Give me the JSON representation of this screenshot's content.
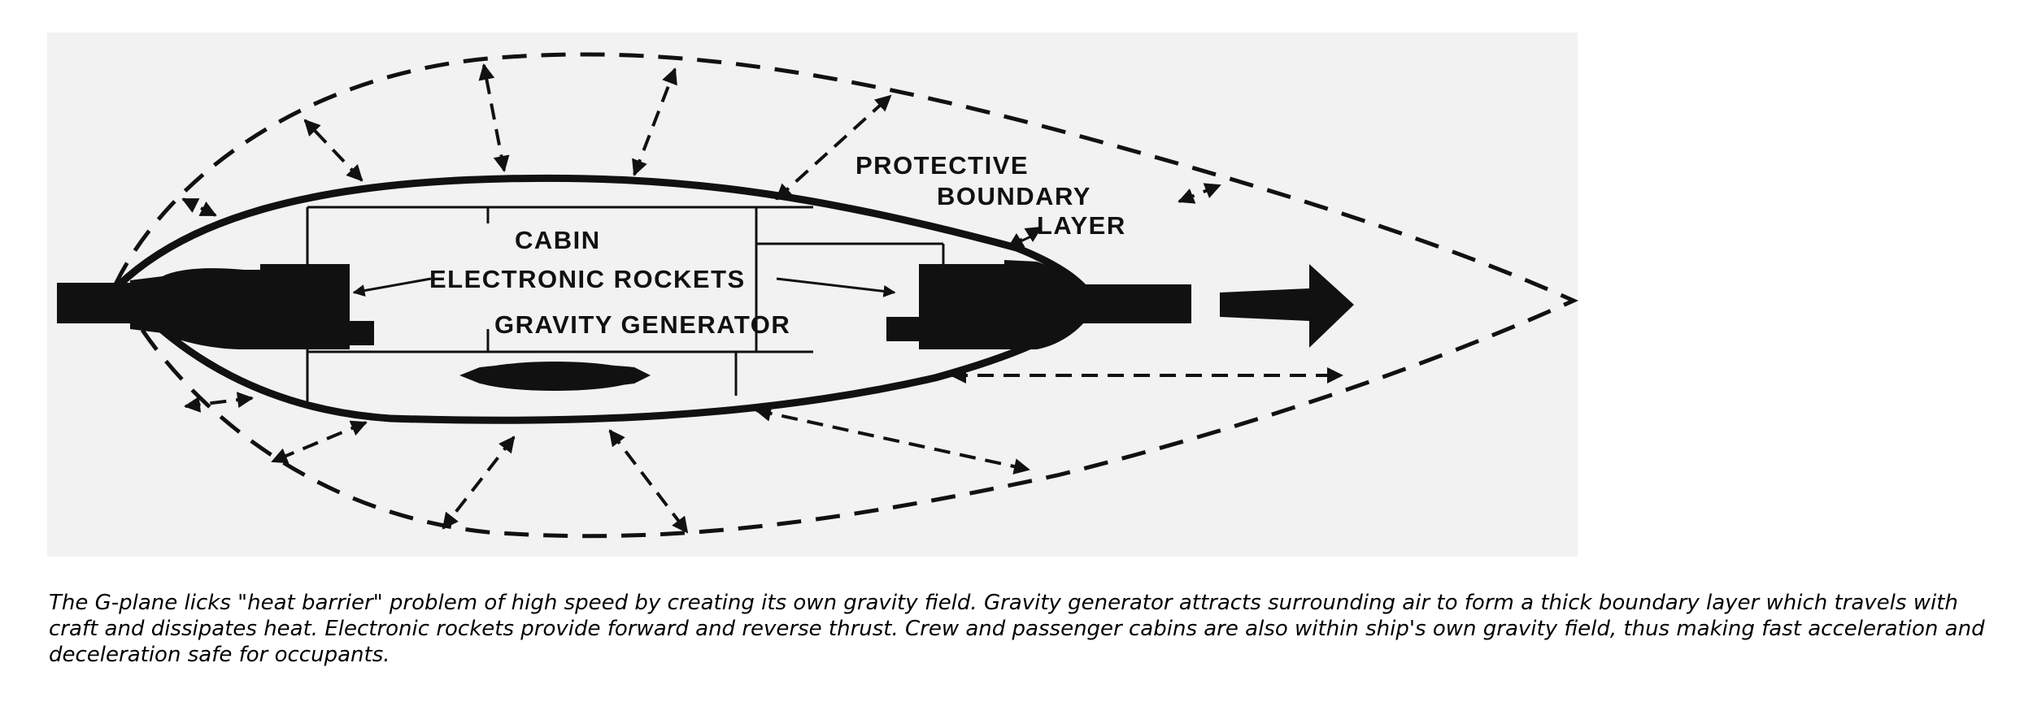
{
  "diagram": {
    "labels": {
      "protective": "PROTECTIVE",
      "boundary": "BOUNDARY",
      "layer": "LAYER",
      "cabin": "CABIN",
      "rockets": "ELECTRONIC ROCKETS",
      "generator": "GRAVITY GENERATOR"
    },
    "colors": {
      "ink": "#111111",
      "panel": "#f2f2f2",
      "background": "#ffffff"
    }
  },
  "caption": "The G-plane licks \"heat barrier\" problem of high speed by creating its own gravity field. Gravity generator attracts surrounding air to form a thick boundary layer which travels with craft and dissipates heat. Electronic rockets provide forward and reverse thrust. Crew and passenger cabins are also within ship's own gravity field, thus making fast acceleration and deceleration safe for occupants."
}
